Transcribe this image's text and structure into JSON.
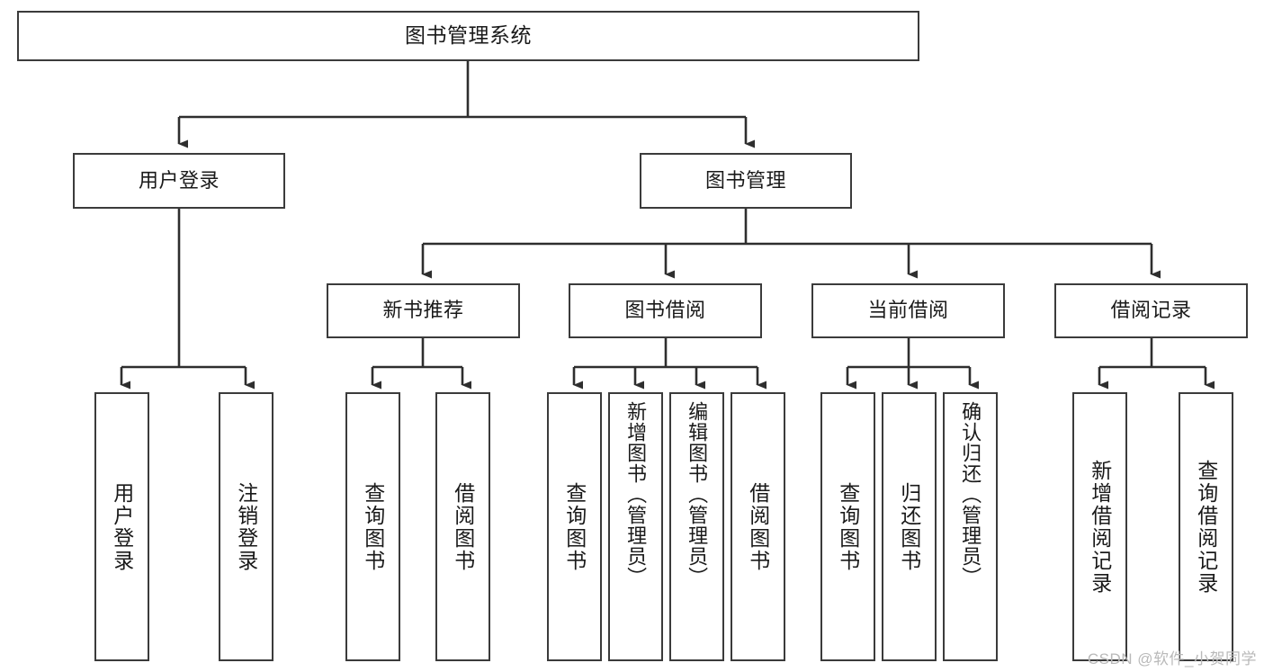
{
  "diagram": {
    "title": "图书管理系统",
    "type": "tree",
    "watermark": "CSDN @软件_小贺同学",
    "colors": {
      "border": "#3b3b3b",
      "edge": "#2e2e2e",
      "background": "#ffffff",
      "text": "#1a1a1a",
      "watermark": "#b9b9b9"
    },
    "nodes": [
      {
        "id": "root",
        "label": "图书管理系统",
        "level": 0,
        "orientation": "horizontal"
      },
      {
        "id": "login",
        "label": "用户登录",
        "level": 1,
        "orientation": "horizontal"
      },
      {
        "id": "bookmgmt",
        "label": "图书管理",
        "level": 1,
        "orientation": "horizontal"
      },
      {
        "id": "newbook",
        "label": "新书推荐",
        "level": 2,
        "orientation": "horizontal"
      },
      {
        "id": "borrow",
        "label": "图书借阅",
        "level": 2,
        "orientation": "horizontal"
      },
      {
        "id": "current",
        "label": "当前借阅",
        "level": 2,
        "orientation": "horizontal"
      },
      {
        "id": "records",
        "label": "借阅记录",
        "level": 2,
        "orientation": "horizontal"
      },
      {
        "id": "leaf-login-1",
        "label": "用户登录",
        "level": 3,
        "orientation": "vertical"
      },
      {
        "id": "leaf-login-2",
        "label": "注销登录",
        "level": 3,
        "orientation": "vertical"
      },
      {
        "id": "leaf-new-1",
        "label": "查询图书",
        "level": 3,
        "orientation": "vertical"
      },
      {
        "id": "leaf-new-2",
        "label": "借阅图书",
        "level": 3,
        "orientation": "vertical"
      },
      {
        "id": "leaf-bor-1",
        "label": "查询图书",
        "level": 3,
        "orientation": "vertical"
      },
      {
        "id": "leaf-bor-2",
        "label": "新增图书（管理员）",
        "level": 3,
        "orientation": "vertical"
      },
      {
        "id": "leaf-bor-3",
        "label": "编辑图书（管理员）",
        "level": 3,
        "orientation": "vertical"
      },
      {
        "id": "leaf-bor-4",
        "label": "借阅图书",
        "level": 3,
        "orientation": "vertical"
      },
      {
        "id": "leaf-cur-1",
        "label": "查询图书",
        "level": 3,
        "orientation": "vertical"
      },
      {
        "id": "leaf-cur-2",
        "label": "归还图书",
        "level": 3,
        "orientation": "vertical"
      },
      {
        "id": "leaf-cur-3",
        "label": "确认归还（管理员）",
        "level": 3,
        "orientation": "vertical"
      },
      {
        "id": "leaf-rec-1",
        "label": "新增借阅记录",
        "level": 3,
        "orientation": "vertical"
      },
      {
        "id": "leaf-rec-2",
        "label": "查询借阅记录",
        "level": 3,
        "orientation": "vertical"
      }
    ],
    "edges": [
      {
        "from": "root",
        "to": "login"
      },
      {
        "from": "root",
        "to": "bookmgmt"
      },
      {
        "from": "bookmgmt",
        "to": "newbook"
      },
      {
        "from": "bookmgmt",
        "to": "borrow"
      },
      {
        "from": "bookmgmt",
        "to": "current"
      },
      {
        "from": "bookmgmt",
        "to": "records"
      },
      {
        "from": "login",
        "to": "leaf-login-1"
      },
      {
        "from": "login",
        "to": "leaf-login-2"
      },
      {
        "from": "newbook",
        "to": "leaf-new-1"
      },
      {
        "from": "newbook",
        "to": "leaf-new-2"
      },
      {
        "from": "borrow",
        "to": "leaf-bor-1"
      },
      {
        "from": "borrow",
        "to": "leaf-bor-2"
      },
      {
        "from": "borrow",
        "to": "leaf-bor-3"
      },
      {
        "from": "borrow",
        "to": "leaf-bor-4"
      },
      {
        "from": "current",
        "to": "leaf-cur-1"
      },
      {
        "from": "current",
        "to": "leaf-cur-2"
      },
      {
        "from": "current",
        "to": "leaf-cur-3"
      },
      {
        "from": "records",
        "to": "leaf-rec-1"
      },
      {
        "from": "records",
        "to": "leaf-rec-2"
      }
    ]
  }
}
